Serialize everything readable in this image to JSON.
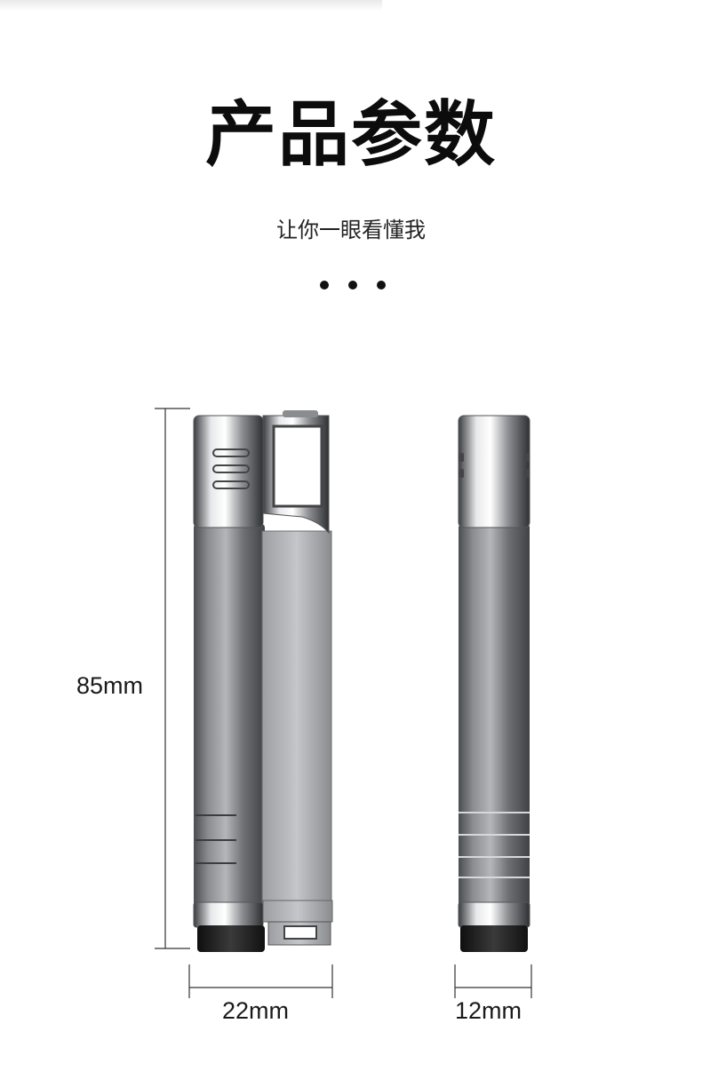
{
  "header": {
    "title": "产品参数",
    "subtitle": "让你一眼看懂我"
  },
  "dimensions": {
    "height": "85mm",
    "width": "22mm",
    "depth": "12mm"
  },
  "colors": {
    "metal_dark": "#5d5f63",
    "metal_mid": "#8e9094",
    "metal_light": "#e4e5e7",
    "rubber": "#1b1b1b"
  }
}
